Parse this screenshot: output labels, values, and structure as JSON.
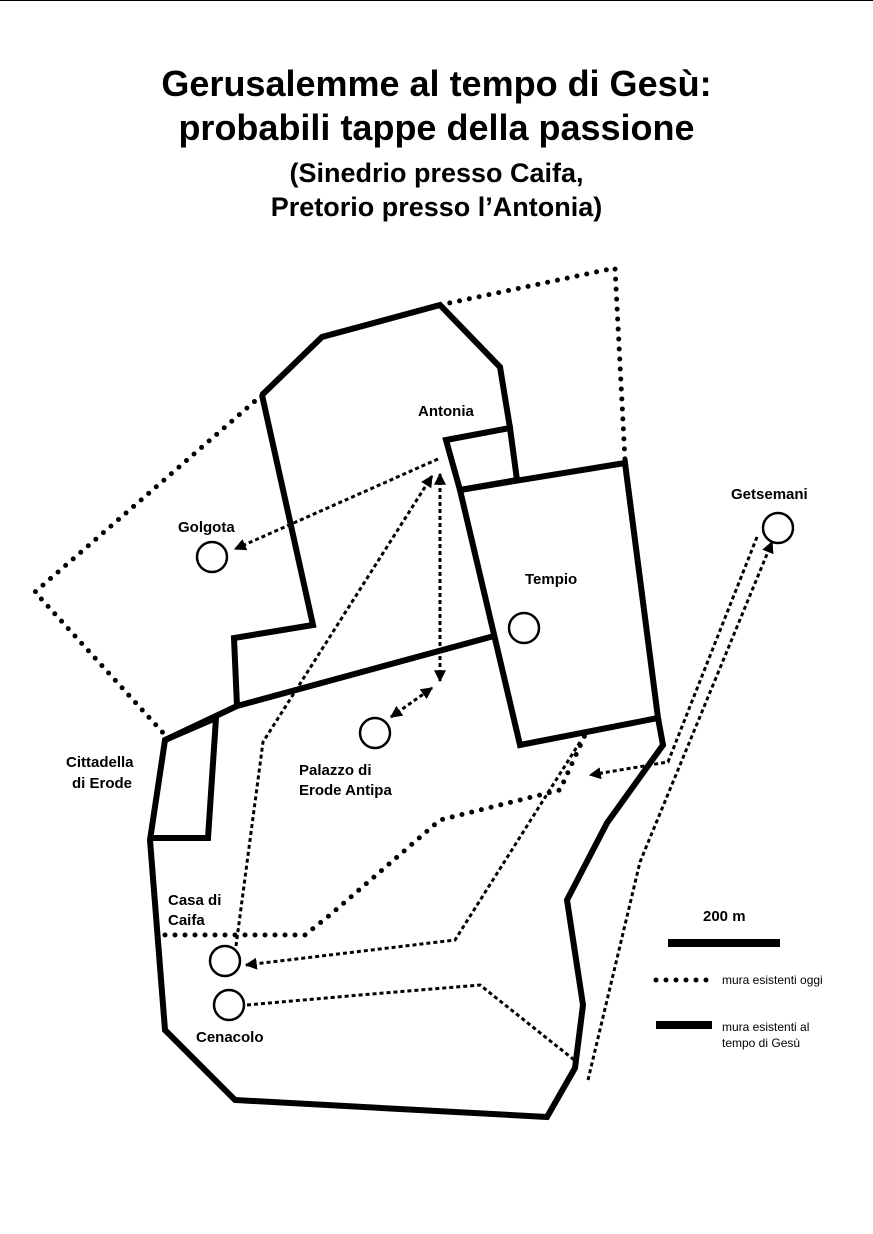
{
  "title": {
    "line1": "Gerusalemme al tempo di Gesù:",
    "line2": "probabili tappe della passione"
  },
  "subtitle": {
    "line1": "(Sinedrio presso Caifa,",
    "line2": "Pretorio presso l’Antonia)"
  },
  "places": {
    "antonia": "Antonia",
    "golgota": "Golgota",
    "tempio": "Tempio",
    "getsemani": "Getsemani",
    "palazzo_line1": "Palazzo di",
    "palazzo_line2": "Erode Antipa",
    "cittadella_line1": "Cittadella",
    "cittadella_line2": "di Erode",
    "caifa_line1": "Casa di",
    "caifa_line2": "Caifa",
    "cenacolo": "Cenacolo"
  },
  "legend": {
    "scale_label": "200 m",
    "walls_today": "mura esistenti oggi",
    "walls_jesus_line1": "mura esistenti al",
    "walls_jesus_line2": "tempo di Gesù"
  }
}
